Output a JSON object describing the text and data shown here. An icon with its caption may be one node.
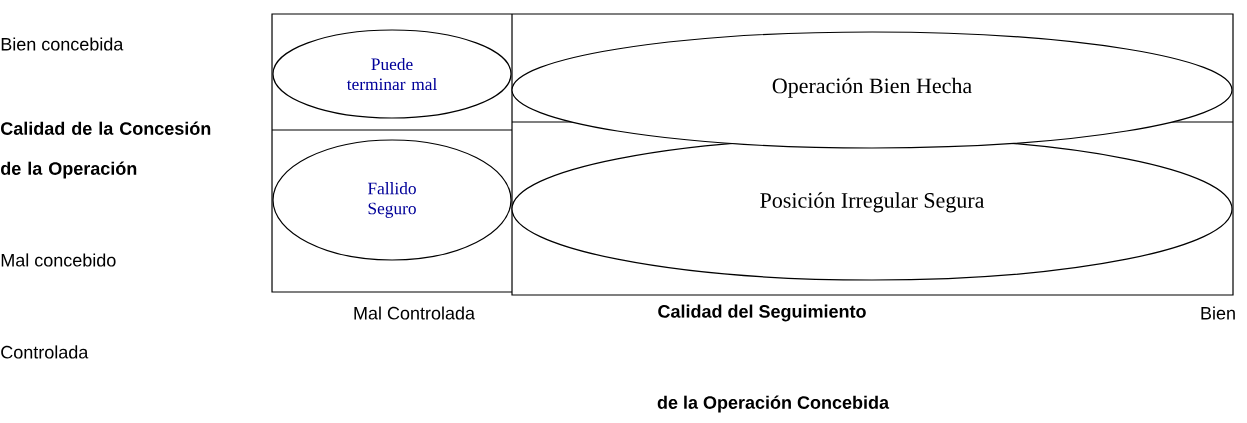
{
  "diagram": {
    "nodes": [
      {
        "text": [
          "Puede terminar mal"
        ]
      },
      {
        "text": [
          "Fallido Seguro"
        ]
      },
      {
        "text": [
          "Operación Bien Hecha"
        ]
      },
      {
        "text": [
          "Posición Irregular Segura"
        ]
      }
    ],
    "labels": [
      "Bien concebida",
      "Calidad de la Concesión de la Operación",
      "Mal concebido",
      "Mal Controlada",
      "Calidad del Seguimiento",
      "Bien",
      "Controlada",
      "de la Operación Concebida"
    ]
  }
}
